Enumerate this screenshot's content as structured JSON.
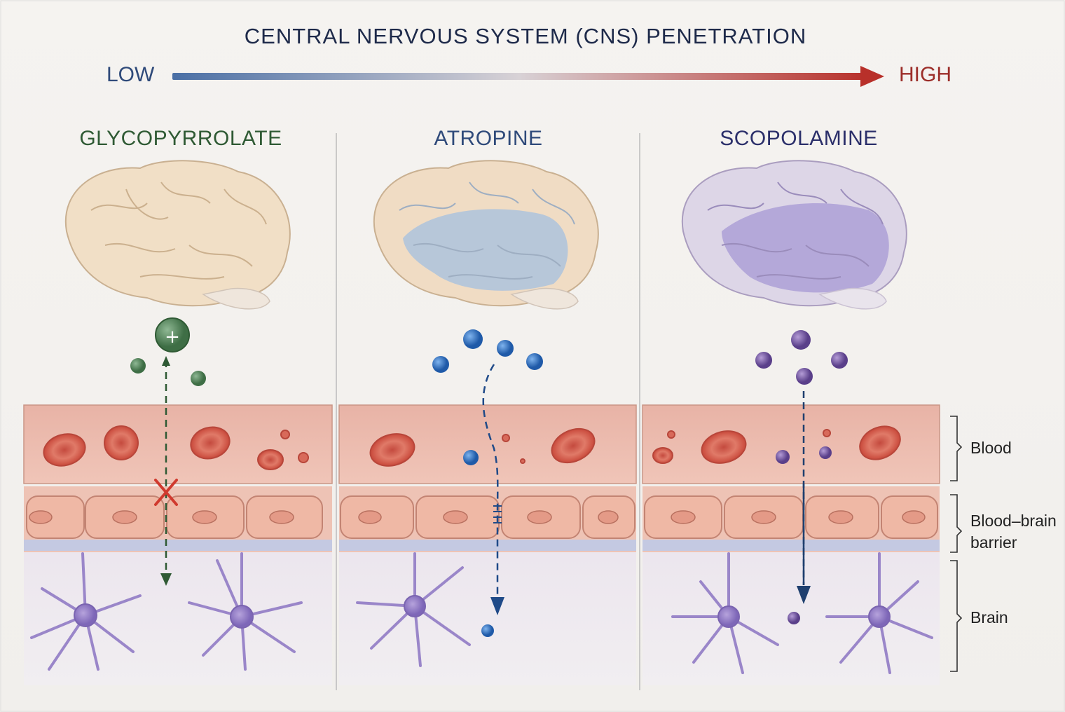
{
  "title": "CENTRAL NERVOUS SYSTEM (CNS) PENETRATION",
  "scale": {
    "low_label": "LOW",
    "high_label": "HIGH",
    "low_color": "#4a6fa5",
    "high_color": "#b8302a"
  },
  "drugs": [
    {
      "name": "GLYCOPYRROLATE",
      "color": "#2f5a34",
      "penetration": "blocked",
      "molecule_color": "#4e7d55"
    },
    {
      "name": "ATROPINE",
      "color": "#2f4a7a",
      "penetration": "partial",
      "molecule_color": "#2e6db4"
    },
    {
      "name": "SCOPOLAMINE",
      "color": "#2b2f6a",
      "penetration": "full",
      "molecule_color": "#6a4f9a"
    }
  ],
  "layers": {
    "blood": "Blood",
    "bbb": "Blood–brain barrier",
    "brain": "Brain"
  }
}
